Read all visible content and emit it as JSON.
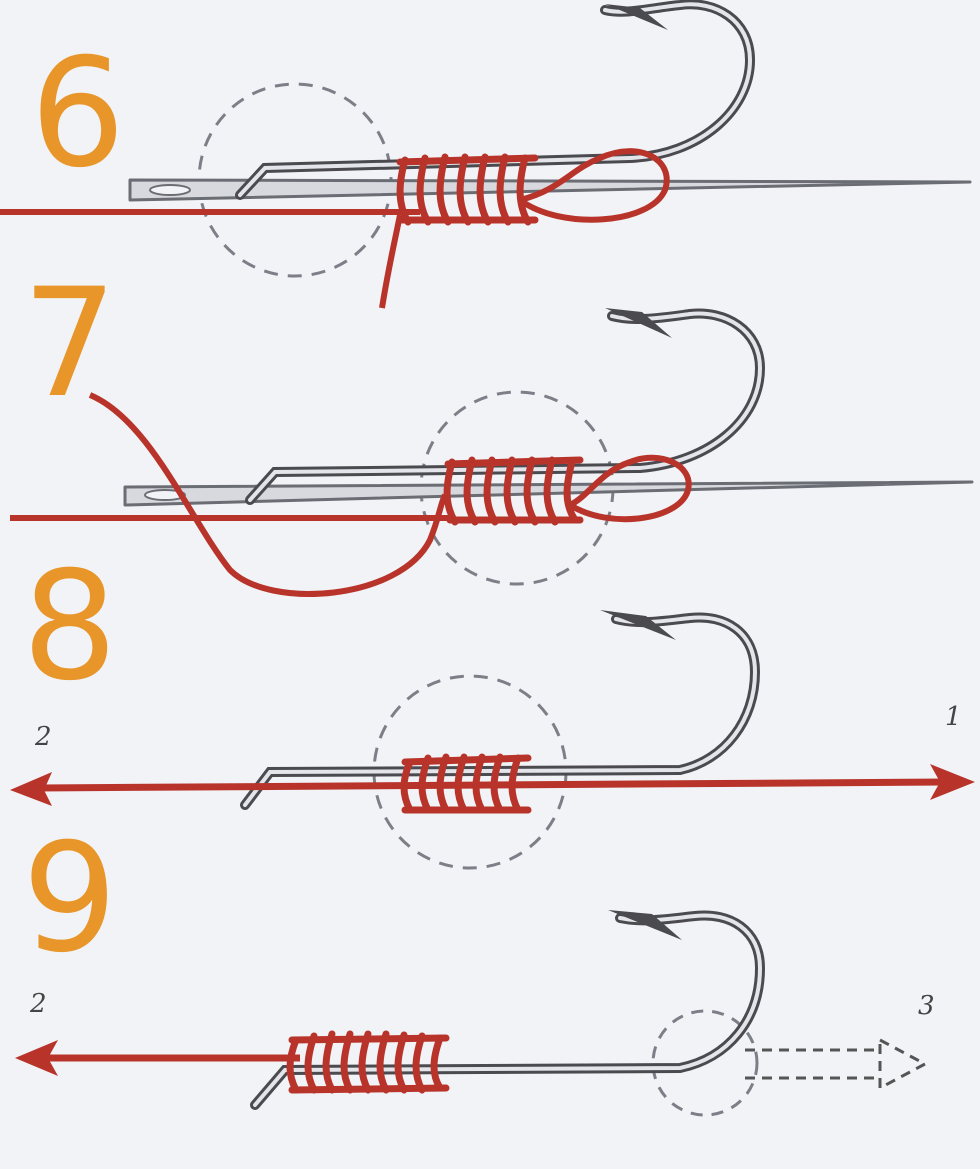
{
  "steps": [
    {
      "number": "6"
    },
    {
      "number": "7"
    },
    {
      "number": "8",
      "left_label": "2",
      "right_label": "1"
    },
    {
      "number": "9",
      "left_label": "2",
      "right_label": "3"
    }
  ],
  "colors": {
    "step_number": "#e8962a",
    "line": "#b8342a",
    "line_dark": "#8e2820",
    "hook": "#4a4a4f",
    "hook_fill": "#d7d9de",
    "needle": "#9a9ca3",
    "guide_circle": "#7d7f88",
    "background": "#f2f3f7"
  },
  "icons": [
    "fishing-hook-icon",
    "needle-icon",
    "arrow-icon"
  ]
}
